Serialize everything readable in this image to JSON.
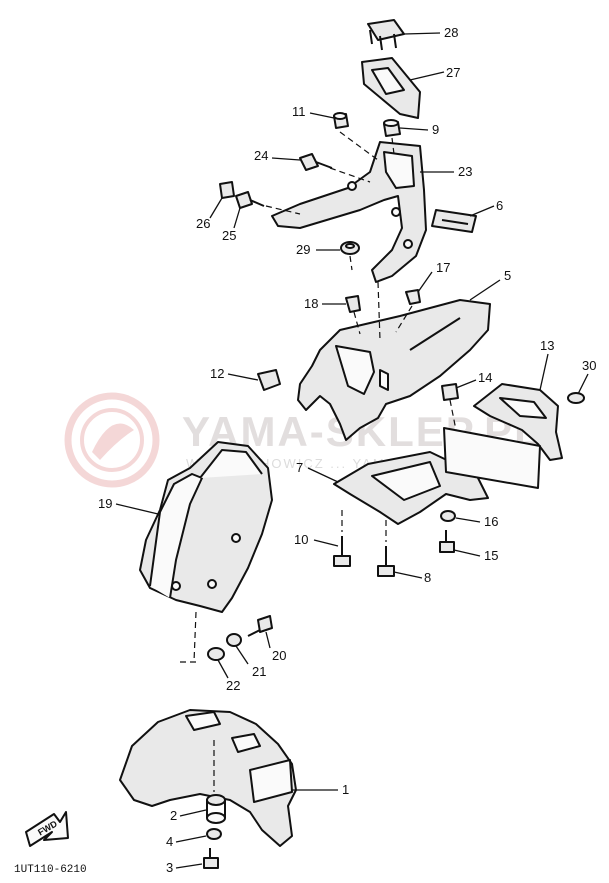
{
  "diagram": {
    "watermark": {
      "brand": "YAMA-SKLEP.PL",
      "subtitle": "WOJCIECHOWICZ ... YAMAHA",
      "logo": "circular-logo-watermark",
      "color": "#e8a8a8"
    },
    "document_code": "1UT110-6210",
    "forward_arrow_label": "FWD",
    "callouts": [
      {
        "id": "c1",
        "label": "1"
      },
      {
        "id": "c2",
        "label": "2"
      },
      {
        "id": "c3",
        "label": "3"
      },
      {
        "id": "c4",
        "label": "4"
      },
      {
        "id": "c5",
        "label": "5"
      },
      {
        "id": "c6",
        "label": "6"
      },
      {
        "id": "c7",
        "label": "7"
      },
      {
        "id": "c8",
        "label": "8"
      },
      {
        "id": "c9",
        "label": "9"
      },
      {
        "id": "c10",
        "label": "10"
      },
      {
        "id": "c11",
        "label": "11"
      },
      {
        "id": "c12",
        "label": "12"
      },
      {
        "id": "c13",
        "label": "13"
      },
      {
        "id": "c14",
        "label": "14"
      },
      {
        "id": "c15",
        "label": "15"
      },
      {
        "id": "c16",
        "label": "16"
      },
      {
        "id": "c17",
        "label": "17"
      },
      {
        "id": "c18",
        "label": "18"
      },
      {
        "id": "c19",
        "label": "19"
      },
      {
        "id": "c20",
        "label": "20"
      },
      {
        "id": "c21",
        "label": "21"
      },
      {
        "id": "c22",
        "label": "22"
      },
      {
        "id": "c23",
        "label": "23"
      },
      {
        "id": "c24",
        "label": "24"
      },
      {
        "id": "c25",
        "label": "25"
      },
      {
        "id": "c26",
        "label": "26"
      },
      {
        "id": "c27",
        "label": "27"
      },
      {
        "id": "c28",
        "label": "28"
      },
      {
        "id": "c29",
        "label": "29"
      },
      {
        "id": "c30",
        "label": "30"
      }
    ]
  }
}
